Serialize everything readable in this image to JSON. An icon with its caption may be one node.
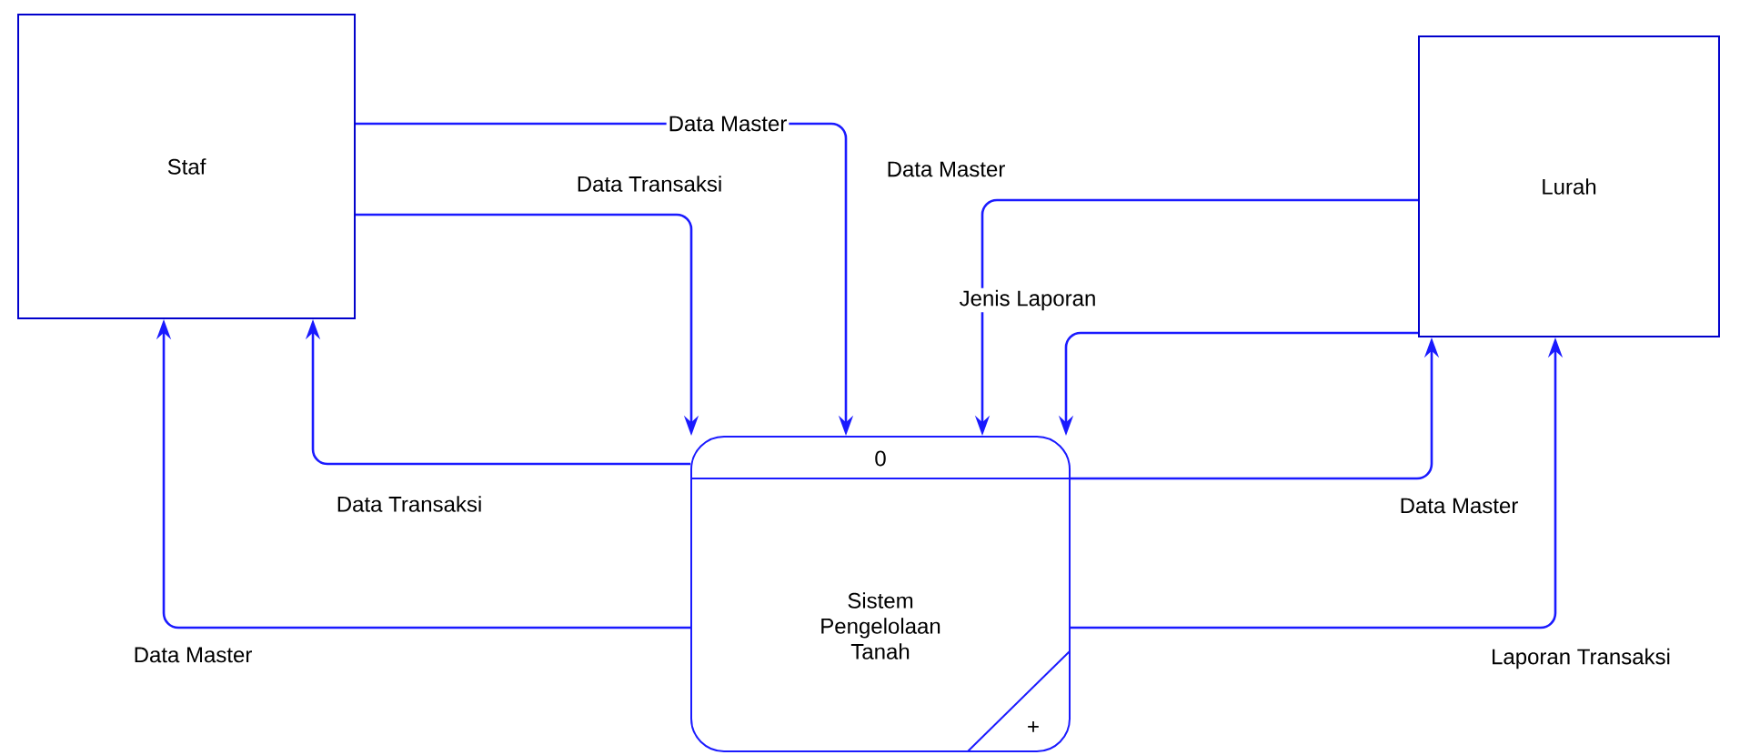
{
  "diagram": {
    "nodes": [
      {
        "text": [
          "Staf"
        ]
      },
      {
        "text": [
          "Lurah"
        ]
      },
      {
        "text": [
          "0",
          "Sistem Pengelolaan Tanah"
        ]
      }
    ],
    "edges": [
      {
        "from": 0,
        "to": 2,
        "arrow": "to",
        "label": "Data Master"
      },
      {
        "from": 0,
        "to": 2,
        "arrow": "to",
        "label": "Data Transaksi"
      },
      {
        "from": 1,
        "to": 2,
        "arrow": "to",
        "label": "Data Master"
      },
      {
        "from": 1,
        "to": 2,
        "arrow": "to",
        "label": "Jenis Laporan"
      },
      {
        "from": 2,
        "to": 0,
        "arrow": "to",
        "label": "Data Transaksi"
      },
      {
        "from": 2,
        "to": 0,
        "arrow": "to",
        "label": "Data Master"
      },
      {
        "from": 2,
        "to": 1,
        "arrow": "to",
        "label": "Data Master"
      },
      {
        "from": 2,
        "to": 1,
        "arrow": "to",
        "label": "Laporan Transaksi"
      }
    ],
    "labels": [
      "+"
    ]
  }
}
